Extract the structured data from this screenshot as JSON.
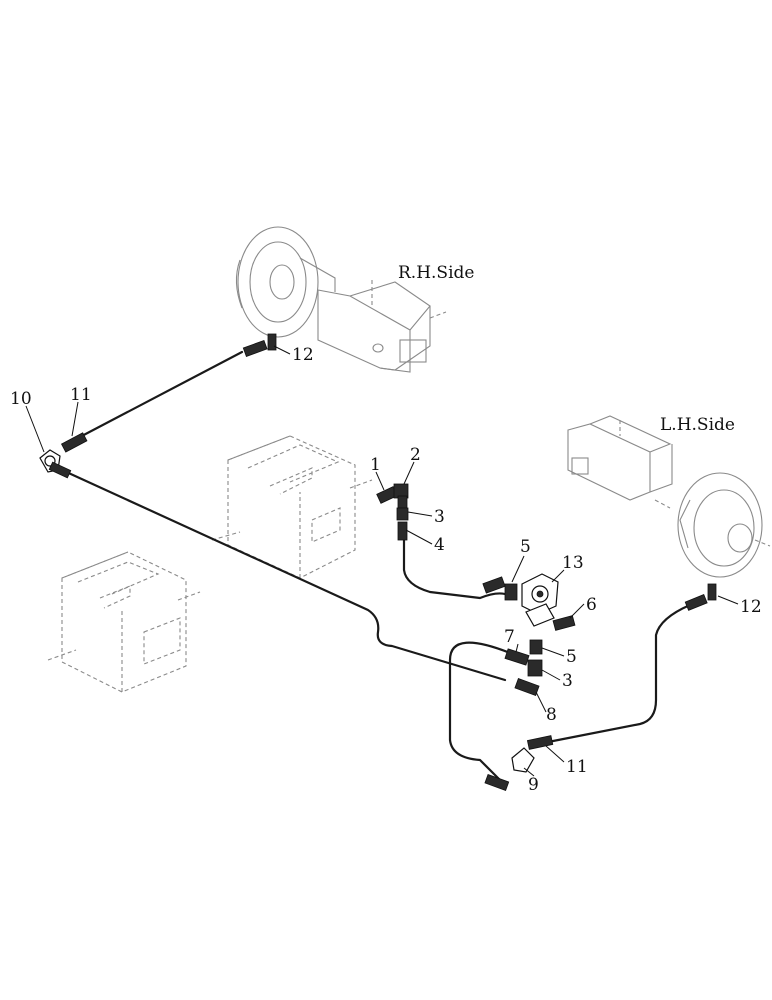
{
  "labels": {
    "rh_side": "R.H.Side",
    "lh_side": "L.H.Side"
  },
  "callouts": {
    "c1": "1",
    "c2": "2",
    "c3a": "3",
    "c3b": "3",
    "c4": "4",
    "c5a": "5",
    "c5b": "5",
    "c6": "6",
    "c7": "7",
    "c8": "8",
    "c9": "9",
    "c10": "10",
    "c11a": "11",
    "c11b": "11",
    "c12a": "12",
    "c12b": "12",
    "c13": "13"
  }
}
